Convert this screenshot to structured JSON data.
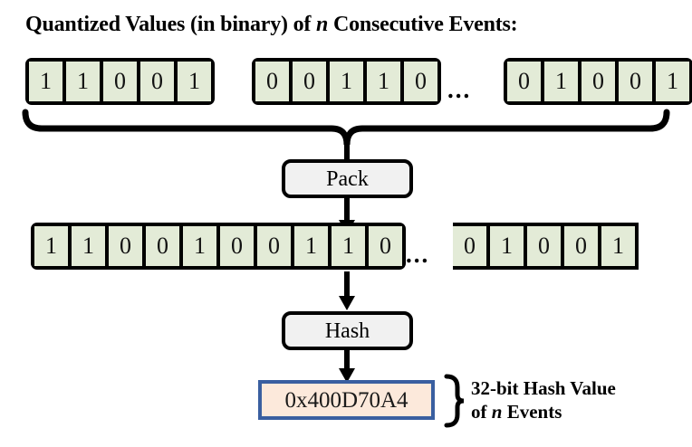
{
  "title": {
    "before_n": "Quantized Values (in binary) of ",
    "n": "n",
    "after_n": " Consecutive Events:"
  },
  "ellipsis": "...",
  "event_groups": [
    {
      "name": "event-group-1",
      "bits": [
        "1",
        "1",
        "0",
        "0",
        "1"
      ]
    },
    {
      "name": "event-group-2",
      "bits": [
        "0",
        "0",
        "1",
        "1",
        "0"
      ]
    },
    {
      "name": "event-group-last",
      "bits": [
        "0",
        "1",
        "0",
        "0",
        "1"
      ]
    }
  ],
  "packed": {
    "left_bits": [
      "1",
      "1",
      "0",
      "0",
      "1",
      "0",
      "0",
      "1",
      "1",
      "0"
    ],
    "right_bits": [
      "0",
      "1",
      "0",
      "0",
      "1"
    ]
  },
  "process": {
    "pack_label": "Pack",
    "hash_label": "Hash"
  },
  "hash_value": "0x400D70A4",
  "result_label": {
    "line1": "32-bit Hash Value",
    "line2_before_n": "of ",
    "line2_n": "n",
    "line2_after_n": " Events"
  },
  "colors": {
    "bit_fill": "#e3ebd7",
    "process_fill": "#f1f1f1",
    "hash_fill": "#fce9db",
    "hash_border": "#3a5fa0",
    "stroke": "#000000"
  }
}
